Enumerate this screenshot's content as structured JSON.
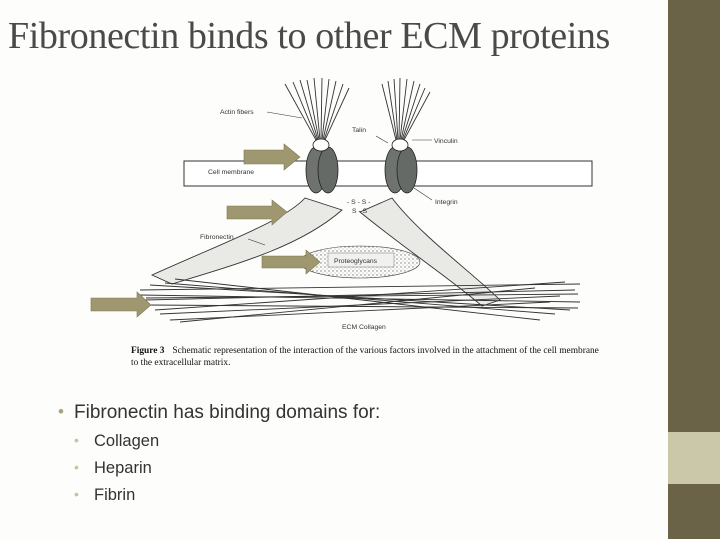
{
  "title": "Fibronectin binds to other ECM proteins",
  "diagram": {
    "labels": {
      "actin": "Actin fibers",
      "talin": "Talin",
      "vinculin": "Vinculin",
      "membrane": "Cell membrane",
      "integrin": "Integrin",
      "ss1": "- S - S -",
      "ss2": "S - S",
      "fibronectin": "Fibronectin",
      "proteoglycans": "Proteoglycans",
      "collagen": "ECM Collagen"
    }
  },
  "caption": {
    "figure_label": "Figure 3",
    "text": "Schematic representation of the interaction of the various factors involved in the attachment of the cell membrane to the extracellular matrix."
  },
  "bullets": {
    "main": "Fibronectin has binding domains for:",
    "items": [
      "Collagen",
      "Heparin",
      "Fibrin"
    ]
  },
  "colors": {
    "accent": "#a9a27c",
    "sidebar": "#6b6348",
    "arrow": "#9e9770"
  }
}
